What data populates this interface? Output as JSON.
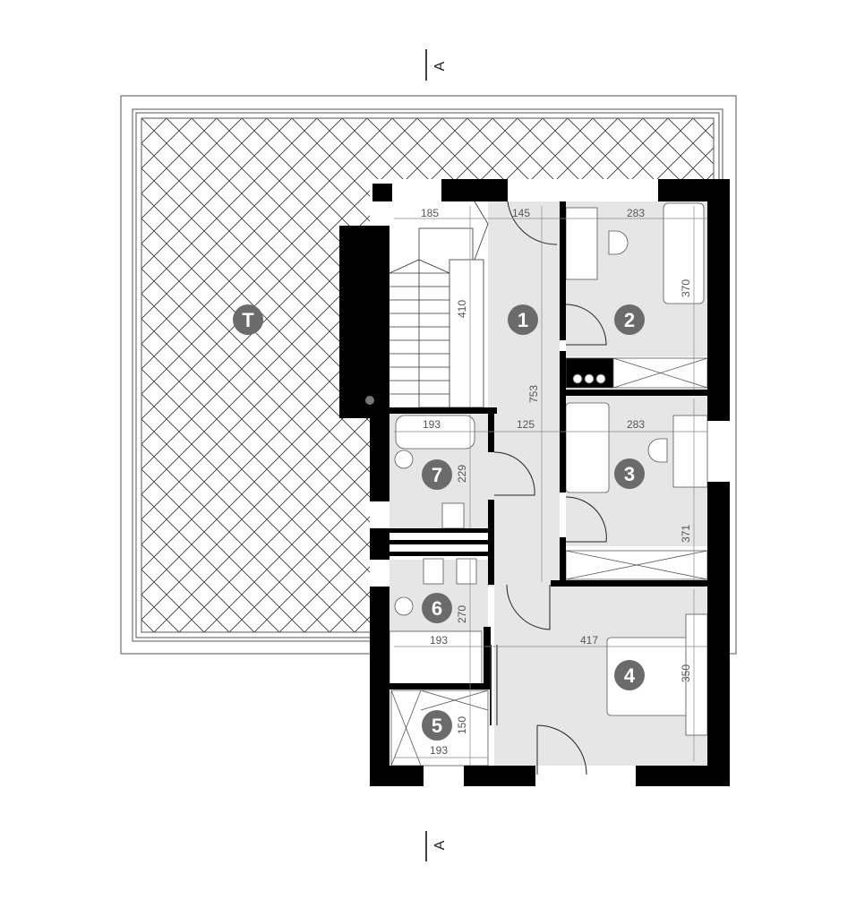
{
  "plan": {
    "section_mark_top": "A",
    "section_mark_bottom": "A",
    "rooms": [
      {
        "id": "T"
      },
      {
        "id": "1"
      },
      {
        "id": "2"
      },
      {
        "id": "3"
      },
      {
        "id": "4"
      },
      {
        "id": "5"
      },
      {
        "id": "6"
      },
      {
        "id": "7"
      }
    ],
    "dimensions": {
      "stairs_width": "185",
      "hall_top_width": "145",
      "room2_width": "283",
      "room2_depth": "370",
      "stairs_length": "410",
      "hall_length": "753",
      "room7_width": "193",
      "hall_mid_width": "125",
      "room3_width": "283",
      "room7_depth": "229",
      "room3_depth": "371",
      "room6_depth": "270",
      "room6_width": "193",
      "room4_width": "417",
      "room4_depth": "350",
      "room5_depth": "150",
      "room5_width": "193"
    },
    "colors": {
      "wall": "#000000",
      "floor": "#e6e6e6",
      "badge": "#6b6b6b"
    }
  }
}
